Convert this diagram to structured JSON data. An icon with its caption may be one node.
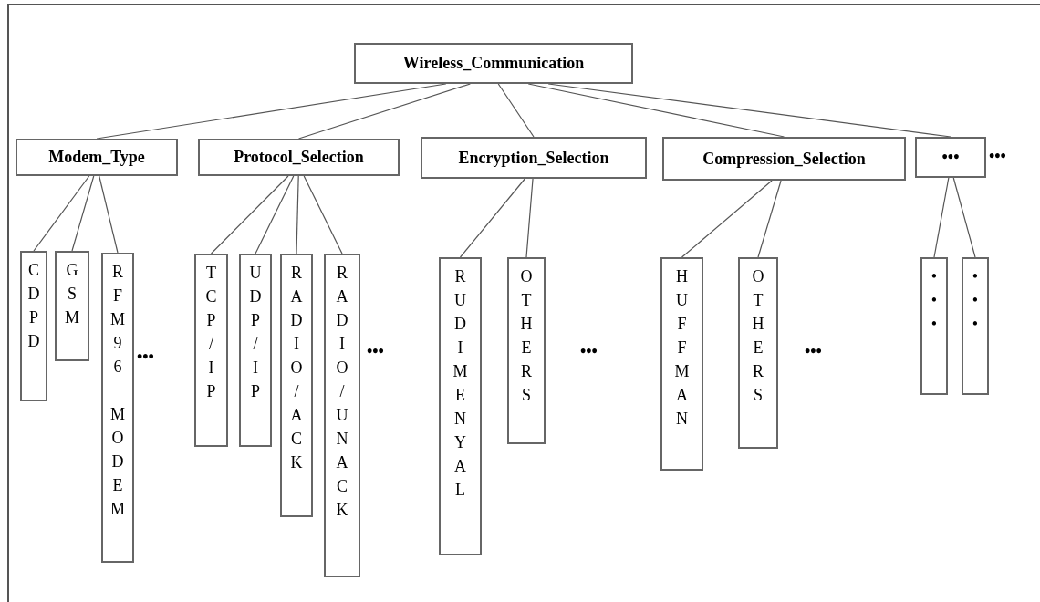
{
  "diagram": {
    "nodes": [
      {
        "text": [
          "Wireless_Communication"
        ]
      },
      {
        "text": [
          "Modem_Type"
        ]
      },
      {
        "text": [
          "Protocol_Selection"
        ]
      },
      {
        "text": [
          "Encryption_Selection"
        ]
      },
      {
        "text": [
          "Compression_Selection"
        ]
      },
      {
        "text": [
          "•••"
        ]
      },
      {
        "text": [
          "CDPD"
        ]
      },
      {
        "text": [
          "GSM"
        ]
      },
      {
        "text": [
          "RFM96 MODEM"
        ]
      },
      {
        "text": [
          "TCP/IP"
        ]
      },
      {
        "text": [
          "UDP/IP"
        ]
      },
      {
        "text": [
          "RADIO/ACK"
        ]
      },
      {
        "text": [
          "RADIO/UNACK"
        ]
      },
      {
        "text": [
          "RUDIMENYAL"
        ]
      },
      {
        "text": [
          "OTHERS"
        ]
      },
      {
        "text": [
          "HUFFMAN"
        ]
      },
      {
        "text": [
          "OTHERS"
        ]
      },
      {
        "text": [
          "•••"
        ]
      },
      {
        "text": [
          "•••"
        ]
      }
    ],
    "edges": [
      {
        "from": 0,
        "to": 1,
        "arrow": "none"
      },
      {
        "from": 0,
        "to": 2,
        "arrow": "none"
      },
      {
        "from": 0,
        "to": 3,
        "arrow": "none"
      },
      {
        "from": 0,
        "to": 4,
        "arrow": "none"
      },
      {
        "from": 0,
        "to": 5,
        "arrow": "none"
      },
      {
        "from": 1,
        "to": 6,
        "arrow": "none"
      },
      {
        "from": 1,
        "to": 7,
        "arrow": "none"
      },
      {
        "from": 1,
        "to": 8,
        "arrow": "none"
      },
      {
        "from": 2,
        "to": 9,
        "arrow": "none"
      },
      {
        "from": 2,
        "to": 10,
        "arrow": "none"
      },
      {
        "from": 2,
        "to": 11,
        "arrow": "none"
      },
      {
        "from": 2,
        "to": 12,
        "arrow": "none"
      },
      {
        "from": 3,
        "to": 13,
        "arrow": "none"
      },
      {
        "from": 3,
        "to": 14,
        "arrow": "none"
      },
      {
        "from": 4,
        "to": 15,
        "arrow": "none"
      },
      {
        "from": 4,
        "to": 16,
        "arrow": "none"
      },
      {
        "from": 5,
        "to": 17,
        "arrow": "none"
      },
      {
        "from": 5,
        "to": 18,
        "arrow": "none"
      }
    ],
    "labels": [
      "•••",
      "•••",
      "•••",
      "•••",
      "•••"
    ]
  }
}
